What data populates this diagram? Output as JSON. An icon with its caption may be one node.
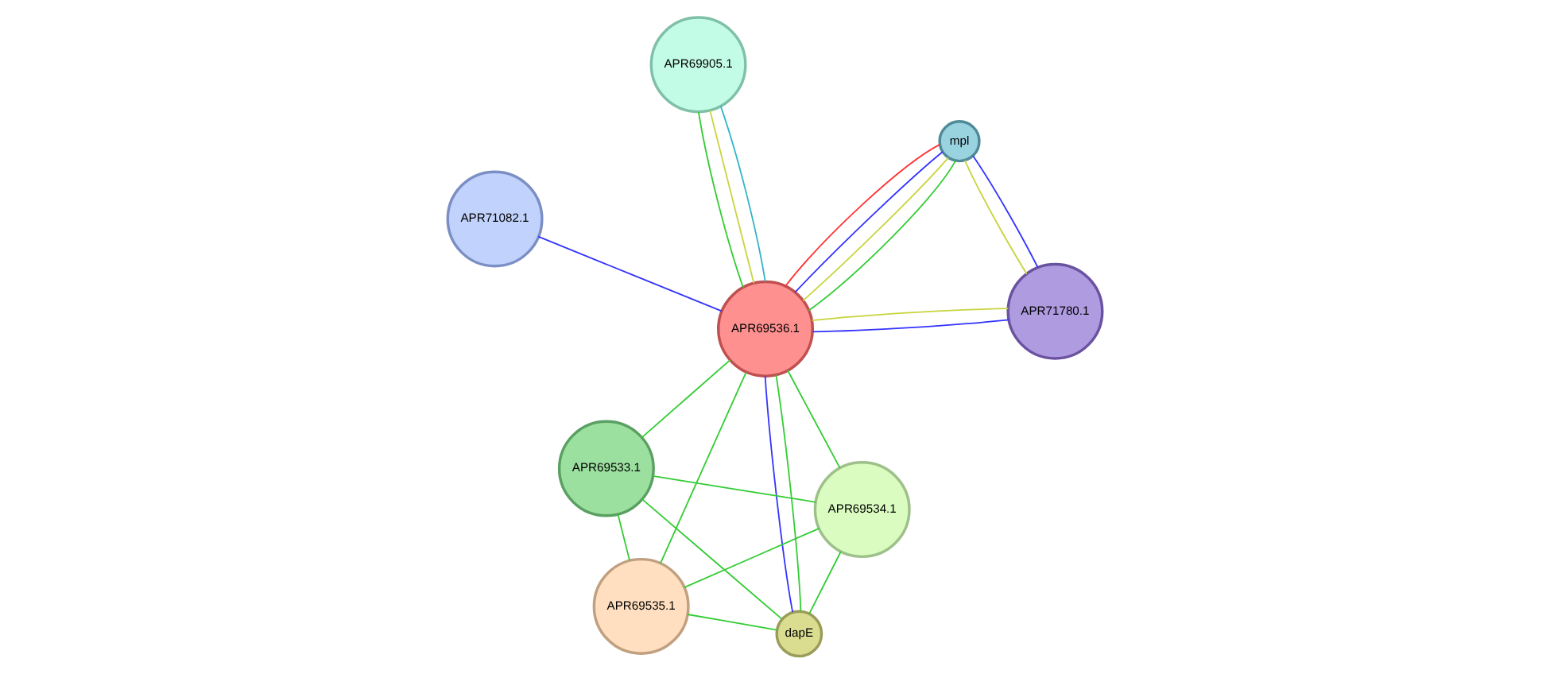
{
  "diagram": {
    "nodes": [
      {
        "text": [
          "APR71082.1"
        ]
      },
      {
        "text": [
          "mpl"
        ]
      },
      {
        "text": [
          "APR71780.1"
        ]
      },
      {
        "text": [
          "APR69536.1"
        ]
      },
      {
        "text": [
          "APR69534.1"
        ]
      },
      {
        "text": [
          "APR69905.1"
        ]
      },
      {
        "text": [
          "APR69533.1"
        ]
      },
      {
        "text": [
          "dapE"
        ]
      },
      {
        "text": [
          "APR69535.1"
        ]
      }
    ],
    "edges": [
      {
        "from": 0,
        "to": 3,
        "arrow": "none",
        "color": "#3333ff"
      },
      {
        "from": 1,
        "to": 3,
        "arrow": "none"
      },
      {
        "from": 1,
        "to": 3,
        "arrow": "none",
        "color": "#ff3333"
      },
      {
        "from": 1,
        "to": 3,
        "arrow": "none",
        "color": "#3333ff"
      },
      {
        "from": 1,
        "to": 3,
        "arrow": "none",
        "color": "#c8d43c"
      },
      {
        "from": 1,
        "to": 2,
        "arrow": "none",
        "color": "#3333ff"
      },
      {
        "from": 1,
        "to": 2,
        "arrow": "none",
        "color": "#c8d43c"
      },
      {
        "from": 2,
        "to": 3,
        "arrow": "none",
        "color": "#3333ff"
      },
      {
        "from": 2,
        "to": 3,
        "arrow": "none",
        "color": "#c8d43c"
      },
      {
        "from": 3,
        "to": 5,
        "arrow": "none"
      },
      {
        "from": 3,
        "to": 5,
        "arrow": "none",
        "color": "#33b5c8"
      },
      {
        "from": 3,
        "to": 5,
        "arrow": "none",
        "color": "#c8d43c"
      },
      {
        "from": 3,
        "to": 4,
        "arrow": "none"
      },
      {
        "from": 3,
        "to": 6,
        "arrow": "none"
      },
      {
        "from": 3,
        "to": 7,
        "arrow": "none"
      },
      {
        "from": 3,
        "to": 7,
        "arrow": "none",
        "color": "#3333ff"
      },
      {
        "from": 3,
        "to": 8,
        "arrow": "none"
      },
      {
        "from": 4,
        "to": 6,
        "arrow": "none"
      },
      {
        "from": 4,
        "to": 7,
        "arrow": "none"
      },
      {
        "from": 4,
        "to": 8,
        "arrow": "none"
      },
      {
        "from": 6,
        "to": 7,
        "arrow": "none"
      },
      {
        "from": 6,
        "to": 8,
        "arrow": "none"
      },
      {
        "from": 7,
        "to": 8,
        "arrow": "none"
      }
    ]
  }
}
